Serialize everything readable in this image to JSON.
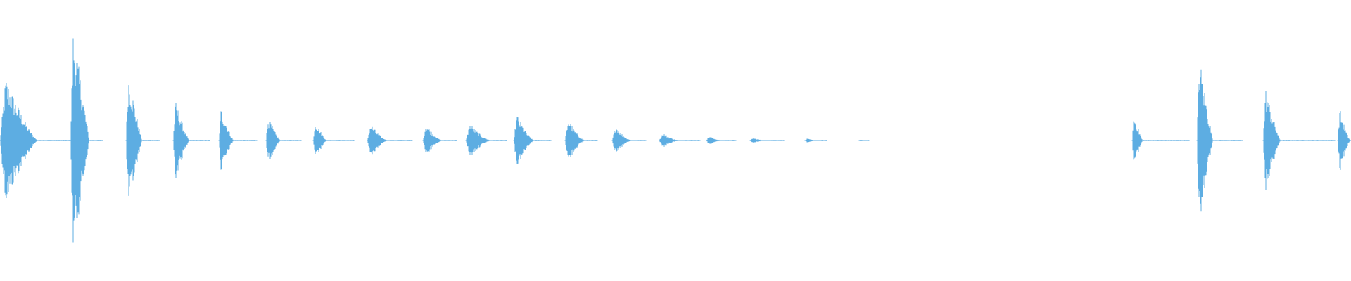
{
  "waveform": {
    "color": "#5dade2",
    "description_visible_text": "",
    "segments": [
      {
        "start": 0.0,
        "end": 0.028,
        "amp": 0.48,
        "decay": 0.4,
        "tail_end": 0.055
      },
      {
        "start": 0.052,
        "end": 0.066,
        "amp": 0.85,
        "decay": 0.25,
        "tail_end": 0.076
      },
      {
        "start": 0.093,
        "end": 0.105,
        "amp": 0.52,
        "decay": 0.3,
        "tail_end": 0.118
      },
      {
        "start": 0.128,
        "end": 0.14,
        "amp": 0.3,
        "decay": 0.35,
        "tail_end": 0.155
      },
      {
        "start": 0.162,
        "end": 0.173,
        "amp": 0.25,
        "decay": 0.35,
        "tail_end": 0.19
      },
      {
        "start": 0.197,
        "end": 0.208,
        "amp": 0.18,
        "decay": 0.4,
        "tail_end": 0.223
      },
      {
        "start": 0.232,
        "end": 0.242,
        "amp": 0.15,
        "decay": 0.4,
        "tail_end": 0.262
      },
      {
        "start": 0.272,
        "end": 0.288,
        "amp": 0.13,
        "decay": 0.6,
        "tail_end": 0.305
      },
      {
        "start": 0.313,
        "end": 0.328,
        "amp": 0.13,
        "decay": 0.6,
        "tail_end": 0.338
      },
      {
        "start": 0.345,
        "end": 0.365,
        "amp": 0.14,
        "decay": 0.7,
        "tail_end": 0.375
      },
      {
        "start": 0.38,
        "end": 0.396,
        "amp": 0.2,
        "decay": 0.5,
        "tail_end": 0.408
      },
      {
        "start": 0.418,
        "end": 0.434,
        "amp": 0.17,
        "decay": 0.6,
        "tail_end": 0.442
      },
      {
        "start": 0.453,
        "end": 0.47,
        "amp": 0.12,
        "decay": 0.8,
        "tail_end": 0.478
      },
      {
        "start": 0.488,
        "end": 0.506,
        "amp": 0.06,
        "decay": 0.9,
        "tail_end": 0.518
      },
      {
        "start": 0.523,
        "end": 0.537,
        "amp": 0.035,
        "decay": 0.9,
        "tail_end": 0.545
      },
      {
        "start": 0.555,
        "end": 0.57,
        "amp": 0.02,
        "decay": 0.9,
        "tail_end": 0.58
      },
      {
        "start": 0.596,
        "end": 0.608,
        "amp": 0.015,
        "decay": 0.9,
        "tail_end": 0.612
      },
      {
        "start": 0.636,
        "end": 0.642,
        "amp": 0.008,
        "decay": 0.9,
        "tail_end": 0.643
      },
      {
        "start": 0.838,
        "end": 0.846,
        "amp": 0.2,
        "decay": 0.3,
        "tail_end": 0.88
      },
      {
        "start": 0.886,
        "end": 0.898,
        "amp": 0.65,
        "decay": 0.3,
        "tail_end": 0.92
      },
      {
        "start": 0.935,
        "end": 0.948,
        "amp": 0.4,
        "decay": 0.35,
        "tail_end": 0.988
      },
      {
        "start": 0.99,
        "end": 1.0,
        "amp": 0.25,
        "decay": 0.5,
        "tail_end": 1.0
      }
    ]
  }
}
